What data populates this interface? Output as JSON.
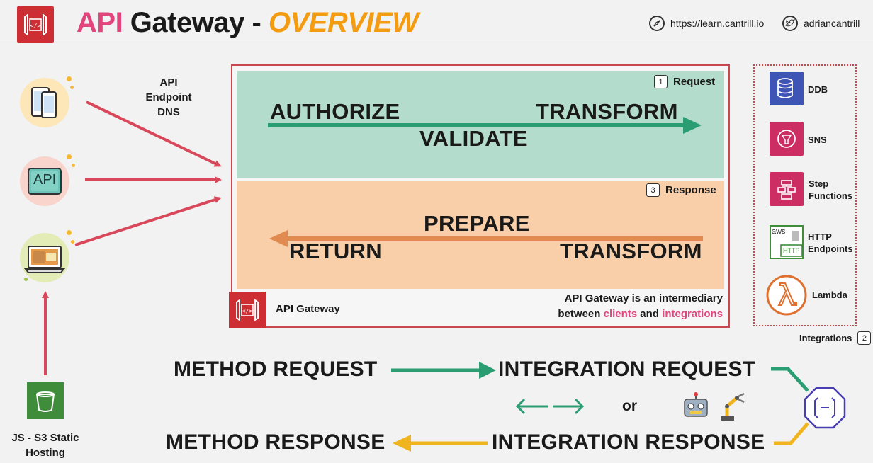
{
  "header": {
    "title_part1": "API",
    "title_part2": " Gateway - ",
    "title_part3": "OVERVIEW",
    "link": "https://learn.cantrill.io",
    "handle": "adriancantrill"
  },
  "clients": {
    "api_badge": "API",
    "endpoint_label_1": "API",
    "endpoint_label_2": "Endpoint",
    "endpoint_label_3": "DNS",
    "s3_label_1": "JS - S3 Static",
    "s3_label_2": "Hosting"
  },
  "gateway": {
    "request_num": "1",
    "request_label": "Request",
    "response_num": "3",
    "response_label": "Response",
    "authorize": "AUTHORIZE",
    "validate": "VALIDATE",
    "transform_req": "TRANSFORM",
    "prepare": "PREPARE",
    "return": "RETURN",
    "transform_resp": "TRANSFORM",
    "name": "API Gateway",
    "desc_line1": "API Gateway is an intermediary",
    "desc_line2_a": "between ",
    "desc_line2_b": "clients",
    "desc_line2_c": " and ",
    "desc_line2_d": "integrations"
  },
  "integrations": {
    "items": [
      {
        "label_1": "DDB",
        "label_2": ""
      },
      {
        "label_1": "SNS",
        "label_2": ""
      },
      {
        "label_1": "Step",
        "label_2": "Functions"
      },
      {
        "label_1": "HTTP",
        "label_2": "Endpoints"
      },
      {
        "label_1": "Lambda",
        "label_2": ""
      }
    ],
    "http_icon_aws": "aws",
    "http_icon_http": "HTTP",
    "title": "Integrations",
    "num": "2"
  },
  "flow": {
    "method_request": "METHOD REQUEST",
    "integration_request": "INTEGRATION REQUEST",
    "or": "or",
    "method_response": "METHOD RESPONSE",
    "integration_response": "INTEGRATION RESPONSE"
  },
  "colors": {
    "red": "#cc2e33",
    "pink": "#e0457b",
    "orange": "#f39c12",
    "green": "#2a9d72",
    "request_bg": "#b4dccd",
    "response_bg": "#f8cfa8",
    "flow_yellow": "#f0b41e"
  },
  "icons": [
    "api-gateway-icon",
    "compass-icon",
    "twitter-icon",
    "mobile-devices-icon",
    "api-icon",
    "laptop-icon",
    "s3-bucket-icon",
    "dynamodb-icon",
    "sns-icon",
    "step-functions-icon",
    "http-endpoints-icon",
    "lambda-icon",
    "robot-icon",
    "robot-arm-icon",
    "endpoint-octagon-icon"
  ]
}
